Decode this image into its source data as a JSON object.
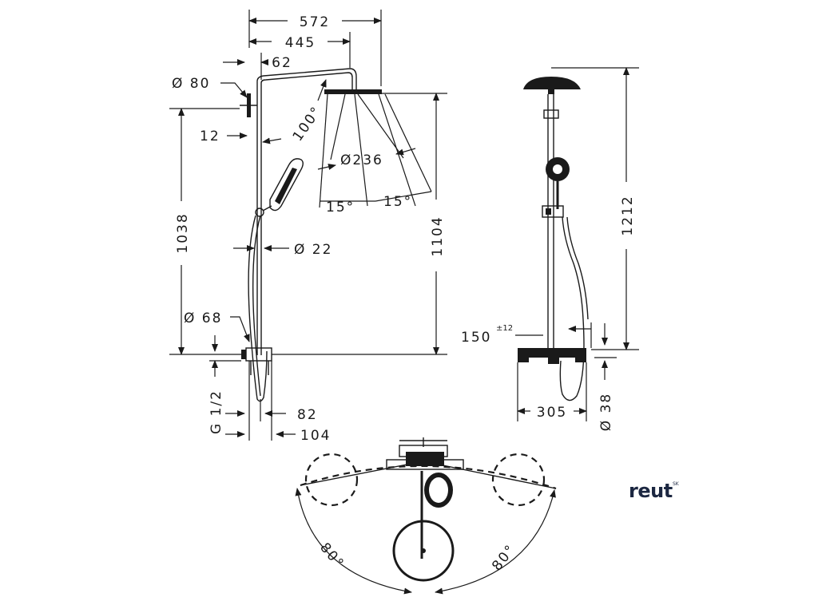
{
  "dimensions": {
    "width_total": "572",
    "arm_length": "445",
    "arm_offset": "62",
    "wall_flange": "Ø 80",
    "wall_offset": "12",
    "arm_angle": "100°",
    "head_diameter": "Ø236",
    "tilt_left": "15°",
    "tilt_right": "15°",
    "height_left": "1038",
    "height_head": "1104",
    "pipe_diameter": "Ø 22",
    "mixer_flange": "Ø 68",
    "thread": "G 1/2",
    "depth_82": "82",
    "depth_104": "104",
    "height_total": "1212",
    "inlet_spacing": "150",
    "inlet_tolerance": "±12",
    "mixer_width": "305",
    "mixer_diameter": "Ø 38",
    "swivel_left": "80°",
    "swivel_right": "80°"
  },
  "brand": {
    "logo": "reut",
    "suffix": "SK"
  }
}
